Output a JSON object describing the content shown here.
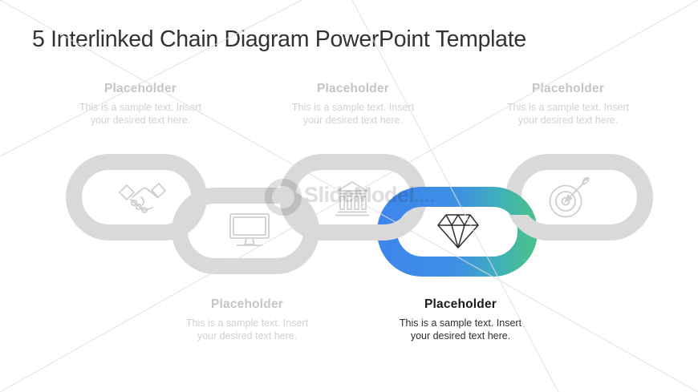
{
  "slide": {
    "title": "5 Interlinked Chain Diagram PowerPoint Template"
  },
  "placeholders": [
    {
      "id": "top-1",
      "heading": "Placeholder",
      "body_line1": "This is a sample text. Insert",
      "body_line2": "your desired text here.",
      "style": "muted"
    },
    {
      "id": "top-2",
      "heading": "Placeholder",
      "body_line1": "This is a sample text. Insert",
      "body_line2": "your desired text here.",
      "style": "muted"
    },
    {
      "id": "top-3",
      "heading": "Placeholder",
      "body_line1": "This is a sample text. Insert",
      "body_line2": "your desired text here.",
      "style": "muted"
    },
    {
      "id": "bottom-1",
      "heading": "Placeholder",
      "body_line1": "This is a sample text. Insert",
      "body_line2": "your desired text here.",
      "style": "muted"
    },
    {
      "id": "bottom-2",
      "heading": "Placeholder",
      "body_line1": "This is a sample text. Insert",
      "body_line2": "your desired text here.",
      "style": "emphasis"
    }
  ],
  "chain": {
    "links": [
      {
        "index": 1,
        "icon": "handshake-icon",
        "row": "upper",
        "state": "default"
      },
      {
        "index": 2,
        "icon": "monitor-icon",
        "row": "lower",
        "state": "default"
      },
      {
        "index": 3,
        "icon": "bank-icon",
        "row": "upper",
        "state": "default"
      },
      {
        "index": 4,
        "icon": "diamond-icon",
        "row": "lower",
        "state": "highlighted"
      },
      {
        "index": 5,
        "icon": "target-icon",
        "row": "upper",
        "state": "default"
      }
    ]
  },
  "watermark": {
    "text": "SlideModel",
    "trail": "...."
  },
  "colors": {
    "background": "#ffffff",
    "title_text": "#333333",
    "muted_heading": "#c5c5c5",
    "muted_body": "#d1d1d1",
    "emphasis_heading": "#191919",
    "emphasis_body": "#2f2f2f",
    "chain_gray": "#d9d9d9",
    "gradient_start": "#3E86EC",
    "gradient_end": "#48BF90",
    "icon_gray": "#cfcfcf",
    "diamond_stroke": "#2f2f2f"
  }
}
